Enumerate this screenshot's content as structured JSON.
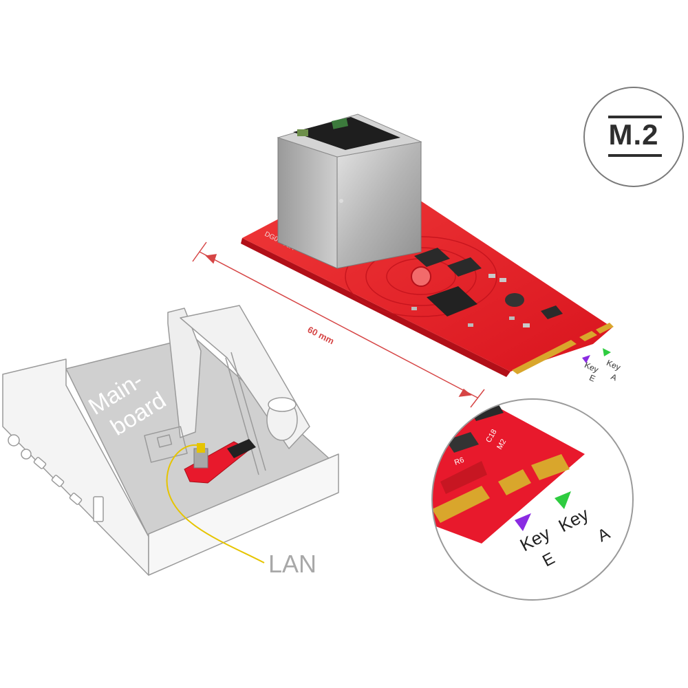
{
  "badge": {
    "text": "M.2"
  },
  "dimension": {
    "label": "60 mm"
  },
  "card": {
    "silkscreen": "DG07-00A"
  },
  "keys": {
    "key_e_line1": "Key",
    "key_e_line2": "E",
    "key_a_line1": "Key",
    "key_a_line2": "A",
    "key_e_color": "#8a2be2",
    "key_a_color": "#2ecc40"
  },
  "zoom": {
    "silkscreen_top": "C18",
    "silkscreen_mid": "M2",
    "silkscreen_side": "R6"
  },
  "enclosure": {
    "mainboard_line1": "Main-",
    "mainboard_line2": "board",
    "lan_label": "LAN"
  },
  "colors": {
    "pcb_red": "#e8192c",
    "gold": "#d4a22a",
    "gray_line": "#9a9a9a",
    "lan_wire": "#e6c400"
  }
}
